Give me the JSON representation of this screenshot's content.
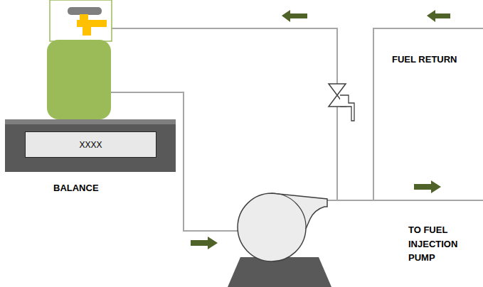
{
  "diagram": {
    "nodes": [
      {
        "text": [
          "BALANCE"
        ]
      },
      {
        "text": [
          "XXXX"
        ],
        "in": 0
      }
    ],
    "edges": [],
    "labels": [
      "FUEL RETURN",
      "TO FUEL INJECTION PUMP"
    ]
  }
}
